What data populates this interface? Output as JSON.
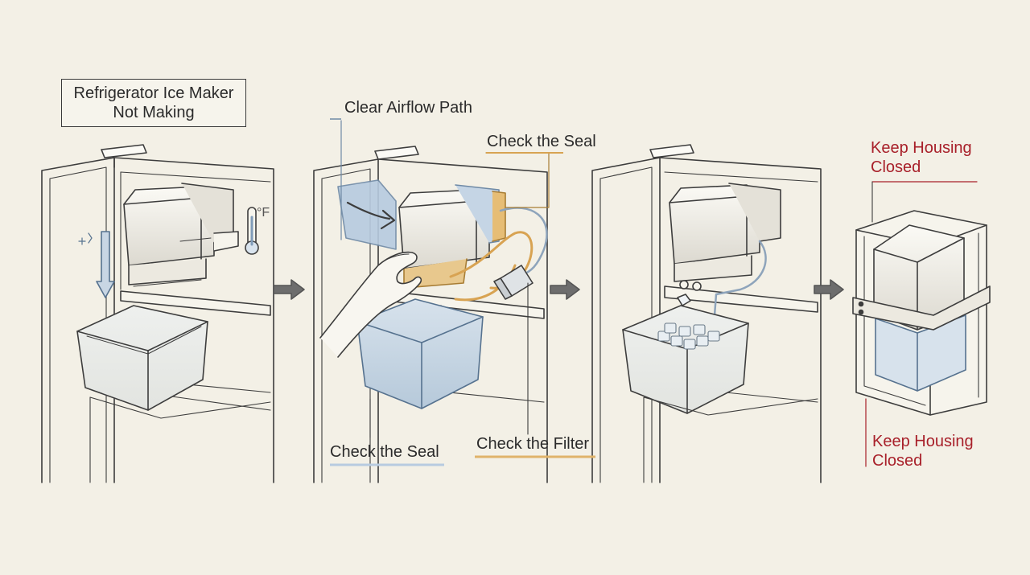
{
  "title": {
    "line1": "Refrigerator Ice Maker",
    "line2": "Not Making"
  },
  "callouts": {
    "airflow": "Clear Airflow Path",
    "seal_top": "Check the Seal",
    "seal_bottom": "Check the Seal",
    "filter": "Check the Filter",
    "housing_top": {
      "line1": "Keep Housing",
      "line2": "Closed"
    },
    "housing_bottom": {
      "line1": "Keep Housing",
      "line2": "Closed"
    }
  },
  "thermometer_unit": "°F",
  "colors": {
    "background": "#f3f0e6",
    "ink": "#3a3a3a",
    "blue_highlight": "#b7cbe0",
    "orange_highlight": "#e0b36a",
    "red_text": "#a8202a"
  },
  "icons": [
    "thermometer-icon",
    "temperature-down-arrow-icon",
    "step-arrow-icon",
    "hand-icon",
    "ice-cube-icon",
    "water-filter-icon"
  ]
}
